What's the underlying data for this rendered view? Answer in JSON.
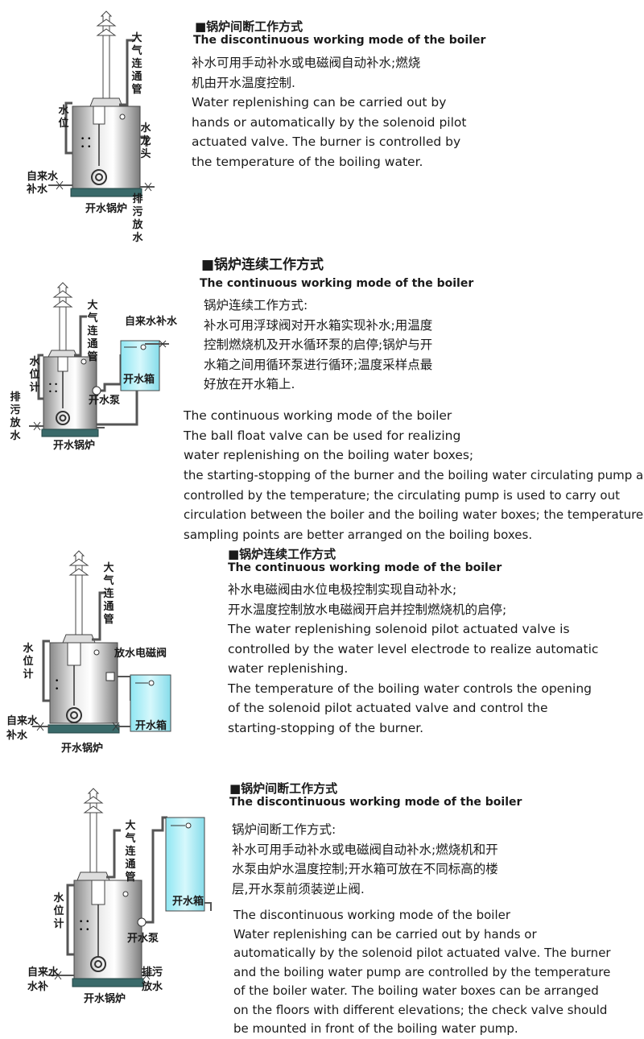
{
  "sections": [
    {
      "heading": "■锅炉间断工作方式",
      "en_title": "The discontinuous working mode of the boiler",
      "zh_lines": [
        "补水可用手动补水或电磁阀自动补水;燃烧",
        "机由开水温度控制."
      ],
      "en_lines": [
        "Water replenishing can be carried out by",
        "hands or automatically by the solenoid pilot",
        "actuated valve. The burner is controlled by",
        "the temperature of the boiling water."
      ],
      "labels": {
        "atm_pipe": "大气连通管",
        "water_level": "水位",
        "faucet": "水龙头",
        "tap_supply": "自来水补水",
        "boiler": "开水锅炉",
        "drain": "排污放水"
      }
    },
    {
      "heading": "■锅炉连续工作方式",
      "en_title": "The continuous working mode of the boiler",
      "zh_lines": [
        "锅炉连续工作方式:",
        "补水可用浮球阀对开水箱实现补水;用温度",
        "控制燃烧机及开水循环泵的启停;锅炉与开",
        "水箱之间用循环泵进行循环;温度采样点最",
        "好放在开水箱上."
      ],
      "en_lines": [
        "The continuous working mode of the boiler",
        "The ball float valve can be used for realizing",
        "water replenishing on the boiling water boxes;"
      ],
      "en_wide_lines": [
        "the starting-stopping of the burner and the boiling water circulating pump are",
        "controlled by the temperature; the circulating pump is used to carry out",
        "circulation between the boiler and the boiling water boxes; the temperature",
        "sampling points are better arranged on the boiling boxes."
      ],
      "labels": {
        "atm_pipe": "大气连通管",
        "tap_supply": "自来水补水",
        "water_gauge": "水位计",
        "drain": "排污放水",
        "box": "开水箱",
        "pump": "开水泵",
        "boiler": "开水锅炉"
      }
    },
    {
      "heading": "■锅炉连续工作方式",
      "en_title": "The continuous working mode of the boiler",
      "lines": [
        "补水电磁阀由水位电极控制实现自动补水;",
        "开水温度控制放水电磁阀开启并控制燃烧机的启停;",
        "The water replenishing solenoid pilot actuated valve is",
        "controlled by the water level electrode to realize automatic",
        "water replenishing.",
        "The temperature of the boiling water controls the opening",
        "of the solenoid pilot actuated valve and control the",
        "starting-stopping of the burner."
      ],
      "labels": {
        "atm_pipe": "大气连通管",
        "water_gauge": "水位计",
        "solenoid": "放水电磁阀",
        "tap_supply_a": "自来水",
        "tap_supply_b": "补水",
        "box": "开水箱",
        "boiler": "开水锅炉"
      }
    },
    {
      "heading": "■锅炉间断工作方式",
      "en_title": "The discontinuous working mode of the boiler",
      "zh_lines": [
        "锅炉间断工作方式:",
        "补水可用手动补水或电磁阀自动补水;燃烧机和开",
        "水泵由炉水温度控制;开水箱可放在不同标高的楼",
        "层,开水泵前须装逆止阀."
      ],
      "en_lines": [
        "The discontinuous working mode of the boiler",
        "Water replenishing can be carried out by hands or",
        "automatically by the solenoid pilot actuated valve. The burner",
        "and the boiling water pump are controlled by the temperature",
        "of the boiler water. The boiling water boxes can be arranged",
        "on the floors with different elevations; the check valve should",
        "be mounted in front of the boiling water pump."
      ],
      "labels": {
        "atm_pipe": "大气连通管",
        "water_gauge": "水位计",
        "box": "开水箱",
        "pump": "开水泵",
        "tap_supply_a": "自来水",
        "tap_supply_b": "水补",
        "drain_a": "排污",
        "drain_b": "放水",
        "boiler": "开水锅炉"
      }
    }
  ]
}
